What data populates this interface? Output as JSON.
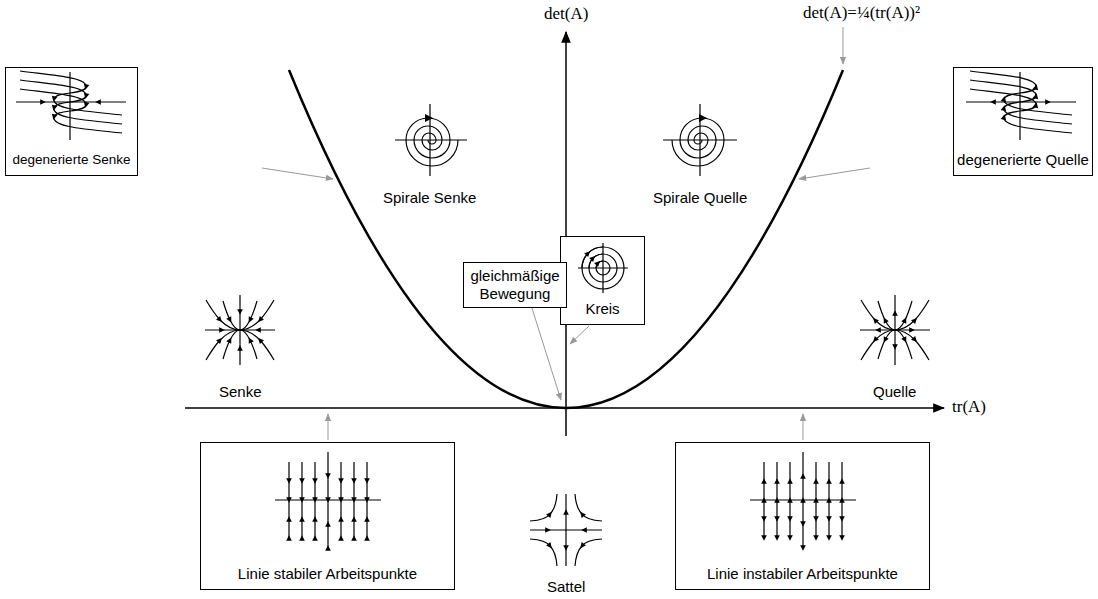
{
  "diagram": {
    "nodes": [
      {
        "text": [
          "degenerierte Senke"
        ]
      },
      {
        "text": [
          "degenerierte Quelle"
        ]
      },
      {
        "text": [
          "Kreis"
        ]
      },
      {
        "text": [
          "gleichmäßige Bewegung"
        ]
      },
      {
        "text": [
          "Linie stabiler Arbeitspunkte"
        ]
      },
      {
        "text": [
          "Linie instabiler Arbeitspunkte"
        ]
      }
    ],
    "labels": [
      "det(A)",
      "det(A)=¼(tr(A))²",
      "Spirale Senke",
      "Spirale Quelle",
      "Senke",
      "Quelle",
      "tr(A)",
      "Sattel"
    ]
  }
}
